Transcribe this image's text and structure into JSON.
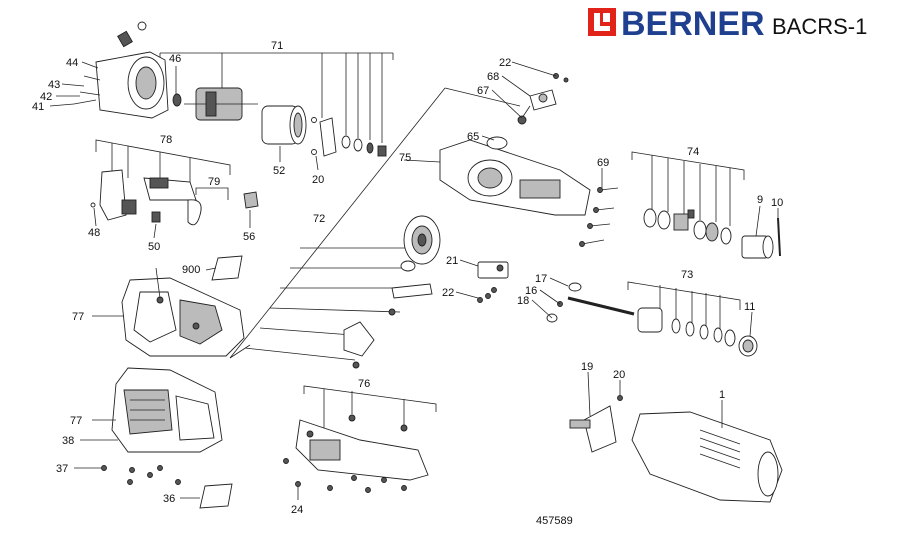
{
  "header": {
    "brand": "BERNER",
    "model": "BACRS-1",
    "brand_color": "#1f3f8f",
    "logo_mark_color": "#e2231a"
  },
  "drawing_number": "457589",
  "callouts": [
    {
      "id": "c71",
      "text": "71"
    },
    {
      "id": "c46",
      "text": "46"
    },
    {
      "id": "c44",
      "text": "44"
    },
    {
      "id": "c43",
      "text": "43"
    },
    {
      "id": "c42",
      "text": "42"
    },
    {
      "id": "c41",
      "text": "41"
    },
    {
      "id": "c52",
      "text": "52"
    },
    {
      "id": "c20a",
      "text": "20"
    },
    {
      "id": "c78",
      "text": "78"
    },
    {
      "id": "c79",
      "text": "79"
    },
    {
      "id": "c48",
      "text": "48"
    },
    {
      "id": "c50",
      "text": "50"
    },
    {
      "id": "c56",
      "text": "56"
    },
    {
      "id": "c900",
      "text": "900"
    },
    {
      "id": "c77a",
      "text": "77"
    },
    {
      "id": "c77b",
      "text": "77"
    },
    {
      "id": "c38",
      "text": "38"
    },
    {
      "id": "c37",
      "text": "37"
    },
    {
      "id": "c36",
      "text": "36"
    },
    {
      "id": "c22a",
      "text": "22"
    },
    {
      "id": "c68",
      "text": "68"
    },
    {
      "id": "c67",
      "text": "67"
    },
    {
      "id": "c65",
      "text": "65"
    },
    {
      "id": "c75",
      "text": "75"
    },
    {
      "id": "c69",
      "text": "69"
    },
    {
      "id": "c74",
      "text": "74"
    },
    {
      "id": "c9",
      "text": "9"
    },
    {
      "id": "c10",
      "text": "10"
    },
    {
      "id": "c72",
      "text": "72"
    },
    {
      "id": "c21",
      "text": "21"
    },
    {
      "id": "c22b",
      "text": "22"
    },
    {
      "id": "c17",
      "text": "17"
    },
    {
      "id": "c16",
      "text": "16"
    },
    {
      "id": "c18",
      "text": "18"
    },
    {
      "id": "c73",
      "text": "73"
    },
    {
      "id": "c11",
      "text": "11"
    },
    {
      "id": "c76",
      "text": "76"
    },
    {
      "id": "c24",
      "text": "24"
    },
    {
      "id": "c19",
      "text": "19"
    },
    {
      "id": "c20b",
      "text": "20"
    },
    {
      "id": "c1",
      "text": "1"
    }
  ]
}
